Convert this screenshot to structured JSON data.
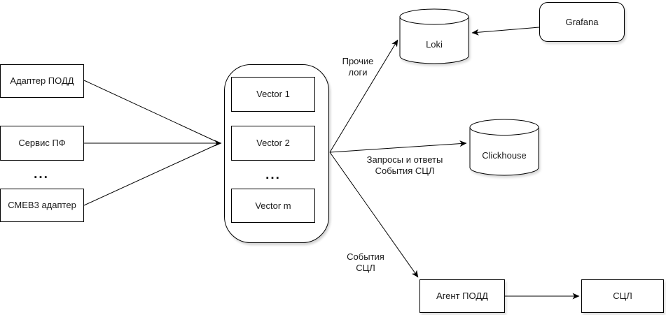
{
  "diagram": {
    "left_sources": [
      {
        "label": "Адаптер ПОДД"
      },
      {
        "label": "Сервис ПФ"
      },
      {
        "label": "СМЕВ3 адаптер"
      }
    ],
    "left_ellipsis": "...",
    "vector_group": {
      "items": [
        {
          "label": "Vector 1"
        },
        {
          "label": "Vector 2"
        },
        {
          "label": "Vector m"
        }
      ],
      "ellipsis": "..."
    },
    "nodes": {
      "loki": {
        "label": "Loki"
      },
      "grafana": {
        "label": "Grafana"
      },
      "clickhouse": {
        "label": "Clickhouse"
      },
      "agent_podd": {
        "label": "Агент ПОДД"
      },
      "scl": {
        "label": "СЦЛ"
      }
    },
    "edge_labels": {
      "to_loki": "Прочие\nлоги",
      "to_clickhouse": "Запросы и ответы\nСобытия СЦЛ",
      "to_agent": "События\nСЦЛ"
    },
    "colors": {
      "stroke": "#000000",
      "fill": "#ffffff",
      "text": "#1a1a1a"
    }
  }
}
